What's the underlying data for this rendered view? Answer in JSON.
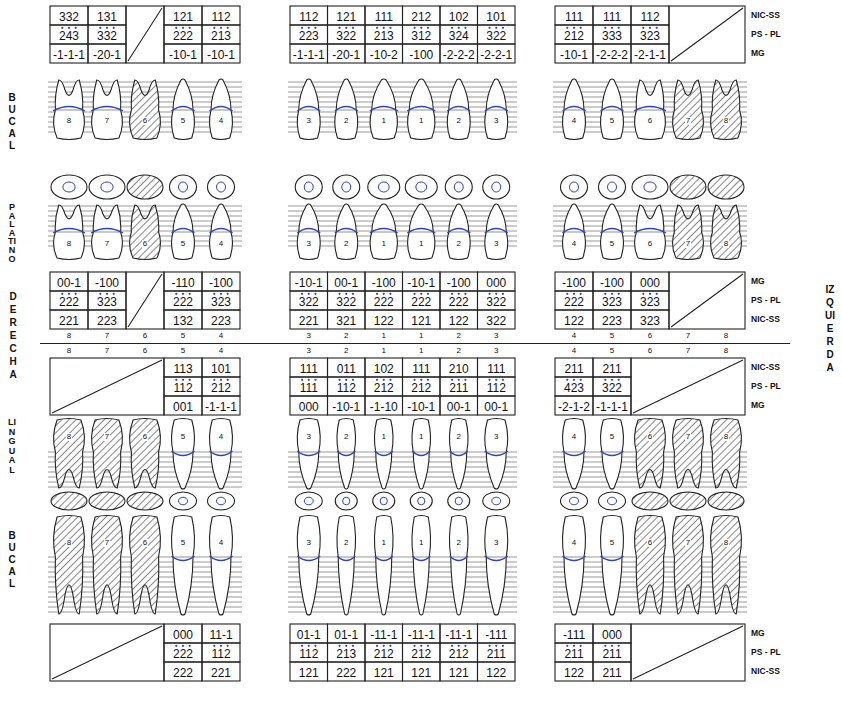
{
  "diagram": {
    "labels": [
      "332",
      "131",
      "121",
      "112",
      "112",
      "121",
      "111",
      "212",
      "102",
      "101",
      "111",
      "111",
      "112",
      "243",
      "332",
      "222",
      "213",
      "223",
      "322",
      "213",
      "312",
      "324",
      "322",
      "212",
      "333",
      "323",
      "-1-1-1",
      "-20-1",
      "-10-1",
      "-10-1",
      "-1-1-1",
      "-20-1",
      "-10-2",
      "-100",
      "-2-2-2",
      "-2-2-1",
      "-10-1",
      "-2-2-2",
      "-2-1-1",
      "NIC-SS",
      "PS - PL",
      "MG",
      "BUCAL",
      "8",
      "7",
      "6",
      "5",
      "4",
      "3",
      "2",
      "1",
      "1",
      "2",
      "3",
      "4",
      "5",
      "6",
      "7",
      "8",
      "PALATINO",
      "8",
      "7",
      "6",
      "5",
      "4",
      "3",
      "2",
      "1",
      "1",
      "2",
      "3",
      "4",
      "5",
      "6",
      "7",
      "8",
      "00-1",
      "-100",
      "-110",
      "-100",
      "-10-1",
      "00-1",
      "-100",
      "-10-1",
      "-100",
      "000",
      "-100",
      "-100",
      "000",
      "222",
      "323",
      "222",
      "323",
      "322",
      "322",
      "222",
      "222",
      "222",
      "322",
      "222",
      "323",
      "323",
      "221",
      "223",
      "132",
      "223",
      "221",
      "321",
      "122",
      "121",
      "122",
      "322",
      "122",
      "223",
      "323",
      "MG",
      "PS - PL",
      "NIC-SS",
      "DERECHA",
      "IZQUIERDA",
      "8",
      "7",
      "6",
      "5",
      "4",
      "3",
      "2",
      "1",
      "1",
      "2",
      "3",
      "4",
      "5",
      "6",
      "7",
      "8",
      "8",
      "7",
      "6",
      "5",
      "4",
      "3",
      "2",
      "1",
      "1",
      "2",
      "3",
      "4",
      "5",
      "6",
      "7",
      "8",
      "113",
      "101",
      "111",
      "011",
      "102",
      "111",
      "210",
      "111",
      "211",
      "211",
      "112",
      "212",
      "111",
      "112",
      "212",
      "212",
      "211",
      "112",
      "423",
      "322",
      "001",
      "-1-1-1",
      "000",
      "-10-1",
      "-1-10",
      "-10-1",
      "00-1",
      "00-1",
      "-2-1-2",
      "-1-1-1",
      "NIC-SS",
      "PS - PL",
      "MG",
      "LINGUAL",
      "8",
      "7",
      "6",
      "5",
      "4",
      "3",
      "2",
      "1",
      "1",
      "2",
      "3",
      "4",
      "5",
      "6",
      "7",
      "8",
      "BUCAL",
      "8",
      "7",
      "6",
      "5",
      "4",
      "3",
      "2",
      "1",
      "1",
      "2",
      "3",
      "4",
      "5",
      "6",
      "7",
      "8",
      "000",
      "11-1",
      "01-1",
      "01-1",
      "-11-1",
      "-11-1",
      "-11-1",
      "-111",
      "-111",
      "000",
      "222",
      "112",
      "112",
      "213",
      "212",
      "212",
      "212",
      "211",
      "211",
      "211",
      "222",
      "221",
      "121",
      "222",
      "121",
      "121",
      "121",
      "122",
      "122",
      "211",
      "MG",
      "PS - PL",
      "NIC-SS"
    ]
  }
}
